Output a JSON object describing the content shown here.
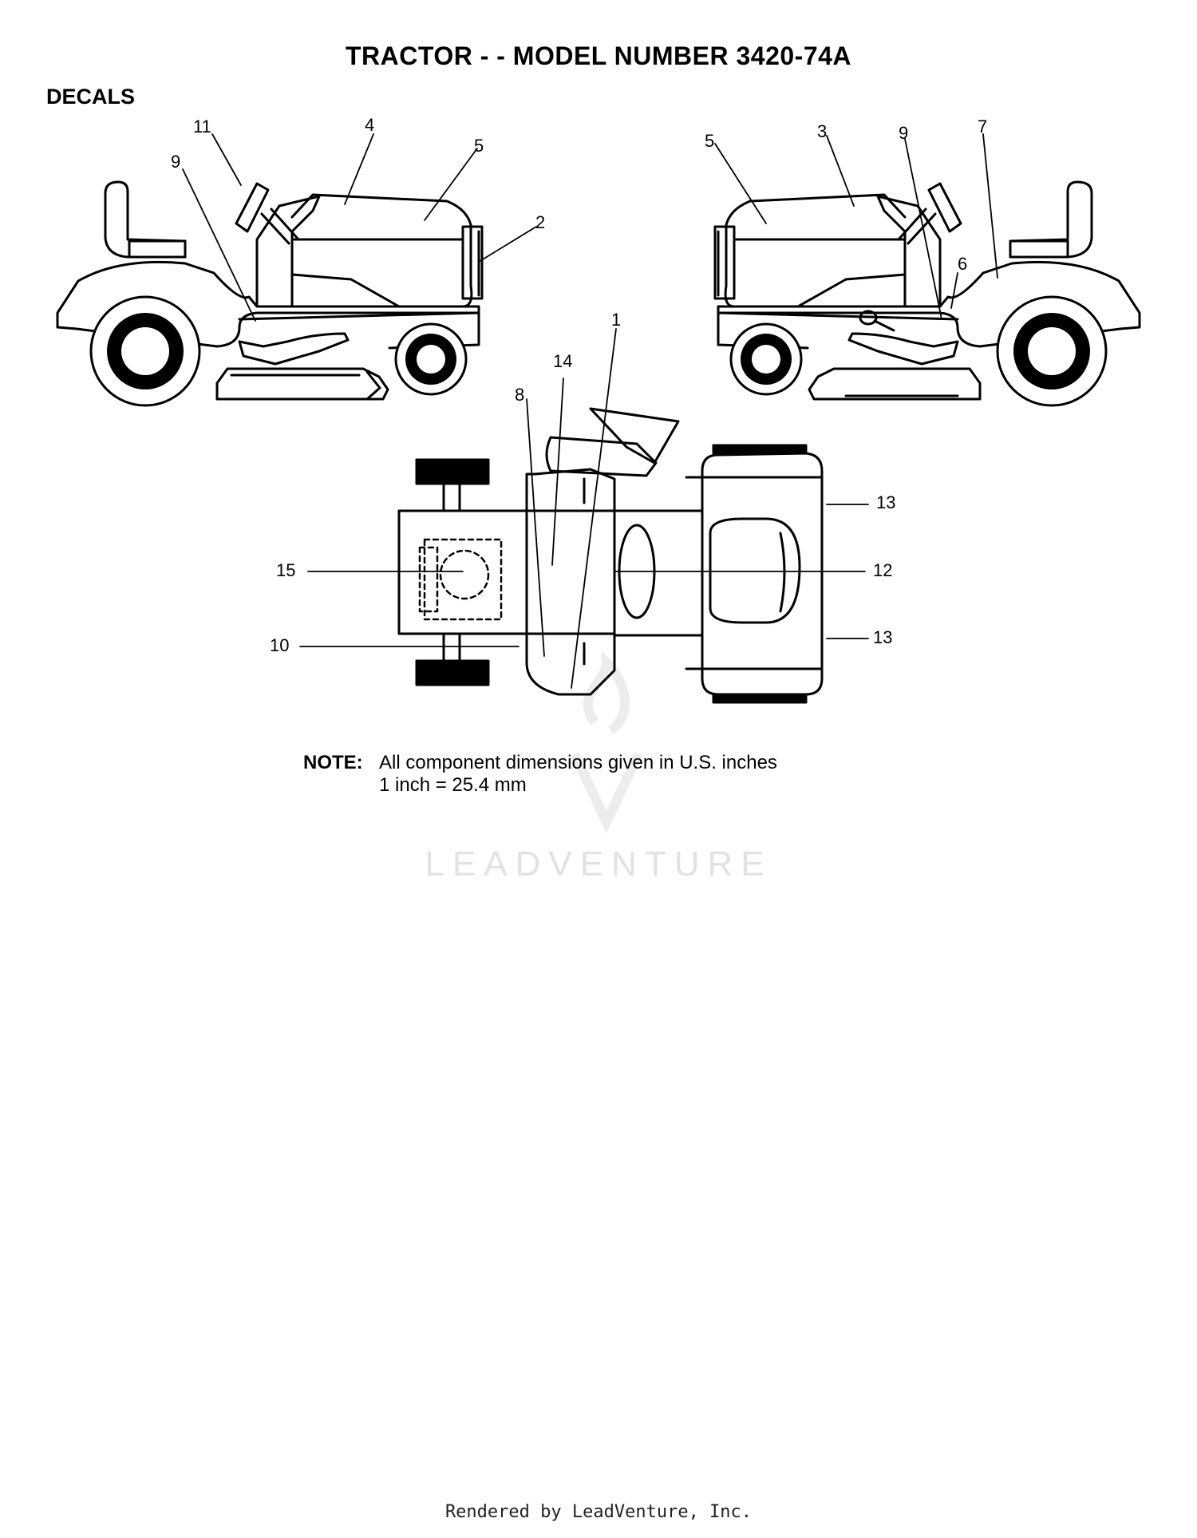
{
  "header": {
    "title": "TRACTOR - - MODEL NUMBER 3420-74A",
    "section": "DECALS"
  },
  "callouts": {
    "c1": "1",
    "c2": "2",
    "c3": "3",
    "c4": "4",
    "c5a": "5",
    "c5b": "5",
    "c6": "6",
    "c7": "7",
    "c8": "8",
    "c9a": "9",
    "c9b": "9",
    "c10": "10",
    "c11": "11",
    "c12": "12",
    "c13a": "13",
    "c13b": "13",
    "c14": "14",
    "c15": "15"
  },
  "note": {
    "label": "NOTE:",
    "line1": "All component dimensions given in U.S. inches",
    "line2": "1 inch = 25.4 mm"
  },
  "watermark": {
    "text": "LEADVENTURE",
    "color": "#e2e2e2"
  },
  "footer": {
    "text": "Rendered by LeadVenture, Inc."
  }
}
